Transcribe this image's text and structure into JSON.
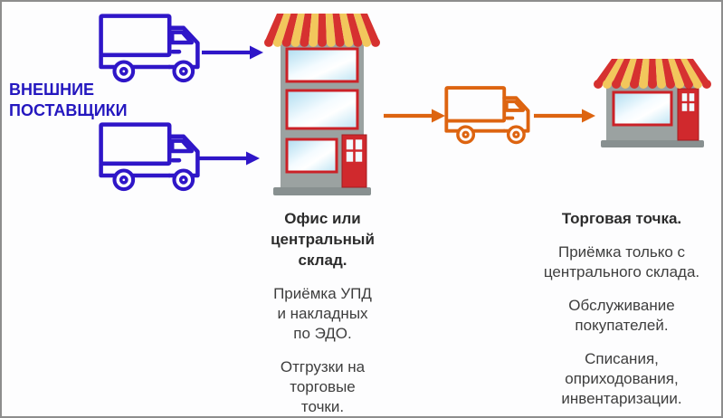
{
  "diagram": {
    "left_label": {
      "text": "ВНЕШНИЕ ПОСТАВЩИКИ"
    },
    "center_block": {
      "title": "Офис или\nцентральный\nсклад.",
      "paragraphs": [
        "Приёмка УПД\nи накладных\nпо ЭДО.",
        "Отгрузки на\nторговые\nточки."
      ]
    },
    "right_block": {
      "title": "Торговая точка.",
      "paragraphs": [
        "Приёмка только с\nцентрального склада.",
        "Обслуживание\nпокупателей.",
        "Списания,\nоприходования,\nинвентаризации."
      ]
    },
    "icons": {
      "supplier_truck": "delivery-truck-icon (outline, blue)",
      "distribution_truck": "delivery-truck-icon (outline, orange)",
      "central_building": "warehouse-building-icon (awning, 3 windows, door)",
      "store": "retail-store-icon (awning, window, door)",
      "flow_arrow": "arrow-right-icon"
    },
    "colors": {
      "supplier_flow": "#2f16c8",
      "distribution_flow": "#dd6410",
      "label_blue": "#2417bf",
      "awning_red": "#d63130",
      "awning_yellow": "#f2c75c",
      "building_gray": "#9ba2a1",
      "base_gray": "#889090",
      "frame_red": "#cb2127",
      "door_red": "#d0292d",
      "glass_blue": "#aedcf0",
      "glass_white": "#ffffff",
      "text_dark": "#3e3e3e",
      "title_dark": "#2c2c2c",
      "canvas_border": "#8d8d8d",
      "canvas_bg": "#fdfdfe"
    }
  }
}
